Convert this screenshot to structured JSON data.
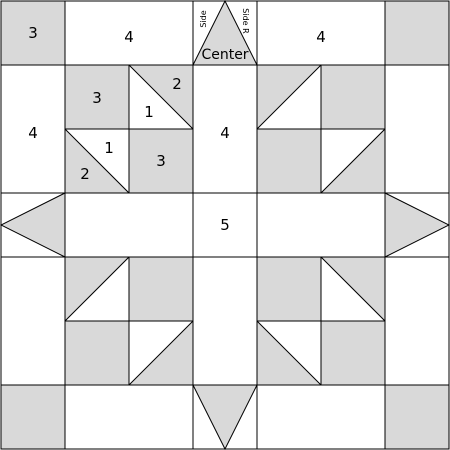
{
  "colors": {
    "shaded": "#d9d9d9",
    "background": "#ffffff",
    "line": "#000000"
  },
  "labels": {
    "corner_top_left": "3",
    "top_left_rect": "4",
    "top_right_rect": "4",
    "left_rect": "4",
    "center_column": "4",
    "center": "5",
    "upper_tri_large": "2",
    "upper_tri_small": "1",
    "upper_square": "3",
    "lower_tri_small": "1",
    "lower_tri_large": "2",
    "lower_square": "3",
    "point_center": "Center",
    "point_side_left": "Side",
    "point_side_right": "Side R"
  }
}
